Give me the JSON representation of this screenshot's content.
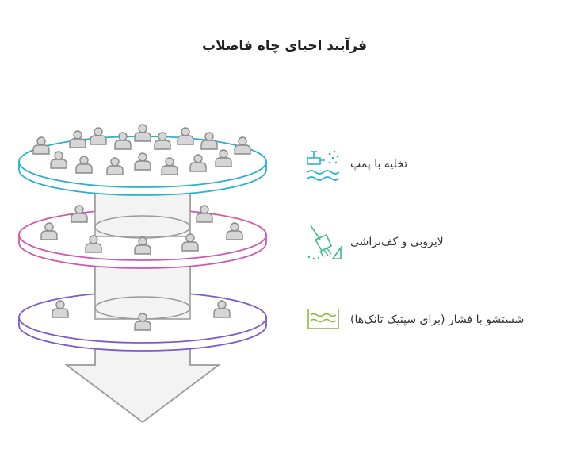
{
  "title": "فرآیند احیای چاه فاضلاب",
  "colors": {
    "background": "#ffffff",
    "arrow_stroke": "#9a9a9a",
    "arrow_fill": "#f3f3f3",
    "person_stroke": "#8a8a8a",
    "person_fill": "#d6d6d6",
    "text": "#333333"
  },
  "steps": [
    {
      "label": "تخلیه با پمپ",
      "icon": "pump-spray-water-icon",
      "color": "#2ab0cc"
    },
    {
      "label": "لایروبی و کف‌تراشی",
      "icon": "broom-sweep-icon",
      "color": "#d157ac"
    },
    {
      "label": "شستشو با فشار (برای سپتیک تانک‌ها)",
      "icon": "tank-waves-icon",
      "color": "#7a5bc9"
    }
  ],
  "step_icon_colors": [
    "#2ab0cc",
    "#3dbb8a",
    "#8aba3a"
  ]
}
